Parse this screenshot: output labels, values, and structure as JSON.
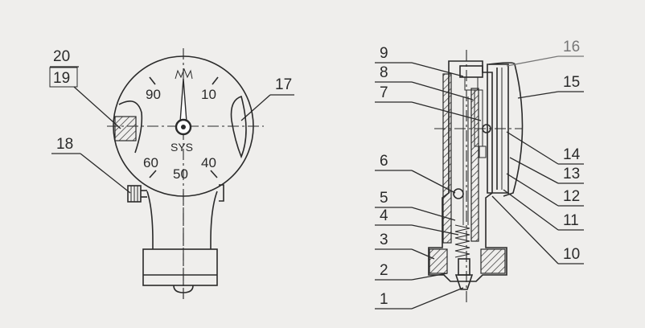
{
  "left_view": {
    "scale_labels": {
      "s90": "90",
      "s10": "10",
      "s60": "60",
      "s50": "50",
      "s40": "40"
    },
    "brand": "SYS",
    "callouts": {
      "c20": "20",
      "c19": "19",
      "c17": "17",
      "c18": "18"
    }
  },
  "right_view": {
    "callouts": {
      "c1": "1",
      "c2": "2",
      "c3": "3",
      "c4": "4",
      "c5": "5",
      "c6": "6",
      "c7": "7",
      "c8": "8",
      "c9": "9",
      "c10": "10",
      "c11": "11",
      "c12": "12",
      "c13": "13",
      "c14": "14",
      "c15": "15",
      "c16": "16"
    }
  }
}
